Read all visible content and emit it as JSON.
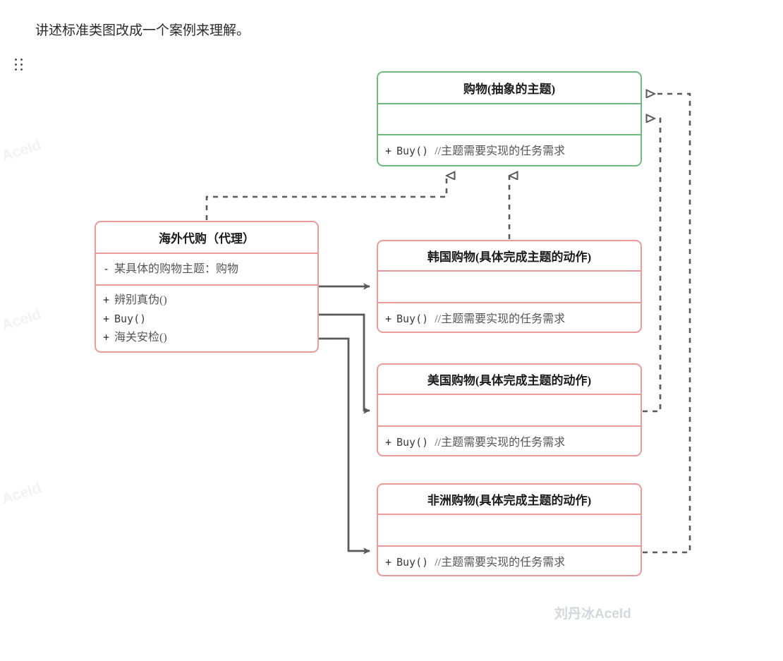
{
  "page": {
    "intro_text": "讲述标准类图改成一个案例来理解。",
    "drag_handle_icon": "drag-dots-icon"
  },
  "watermarks": {
    "bottom": "刘丹冰AceId",
    "side": [
      "AceId",
      "AceId",
      "AceId"
    ]
  },
  "colors": {
    "abstract_border": "#6fba7d",
    "concrete_border": "#ed9a99",
    "edge": "#5a5a5a",
    "text": "#2b2b2b",
    "comment": "#555555"
  },
  "classes": {
    "subject": {
      "name": "购物(抽象的主题)",
      "stereotype": "abstract",
      "attributes": [],
      "methods": [
        {
          "visibility": "+",
          "signature": "Buy() ",
          "comment": "//主题需要实现的任务需求"
        }
      ]
    },
    "proxy": {
      "name": "海外代购（代理）",
      "stereotype": "proxy",
      "attributes": [
        {
          "visibility": "-",
          "signature": "",
          "comment": "某具体的购物主题：购物"
        }
      ],
      "methods": [
        {
          "visibility": "+",
          "signature": "",
          "comment": "辨别真伪()"
        },
        {
          "visibility": "+",
          "signature": "Buy()",
          "comment": ""
        },
        {
          "visibility": "+",
          "signature": "",
          "comment": "海关安检()"
        }
      ]
    },
    "korea": {
      "name": "韩国购物(具体完成主题的动作)",
      "stereotype": "concrete",
      "attributes": [],
      "methods": [
        {
          "visibility": "+",
          "signature": "Buy() ",
          "comment": "//主题需要实现的任务需求"
        }
      ]
    },
    "usa": {
      "name": "美国购物(具体完成主题的动作)",
      "stereotype": "concrete",
      "attributes": [],
      "methods": [
        {
          "visibility": "+",
          "signature": "Buy() ",
          "comment": "//主题需要实现的任务需求"
        }
      ]
    },
    "africa": {
      "name": "非洲购物(具体完成主题的动作)",
      "stereotype": "concrete",
      "attributes": [],
      "methods": [
        {
          "visibility": "+",
          "signature": "Buy() ",
          "comment": "//主题需要实现的任务需求"
        }
      ]
    }
  },
  "relationships": [
    {
      "id": "proxy-realizes-subject",
      "from": "proxy",
      "to": "subject",
      "type": "realization",
      "line": "dashed",
      "arrowhead": "hollow-triangle"
    },
    {
      "id": "korea-realizes-subject",
      "from": "korea",
      "to": "subject",
      "type": "realization",
      "line": "dashed",
      "arrowhead": "hollow-triangle"
    },
    {
      "id": "usa-realizes-subject",
      "from": "usa",
      "to": "subject",
      "type": "realization",
      "line": "dashed",
      "arrowhead": "hollow-triangle"
    },
    {
      "id": "africa-realizes-subject",
      "from": "africa",
      "to": "subject",
      "type": "realization",
      "line": "dashed",
      "arrowhead": "hollow-triangle"
    },
    {
      "id": "proxy-uses-korea",
      "from": "proxy",
      "to": "korea",
      "type": "association",
      "line": "solid",
      "arrowhead": "open-arrow"
    },
    {
      "id": "proxy-uses-usa",
      "from": "proxy",
      "to": "usa",
      "type": "association",
      "line": "solid",
      "arrowhead": "open-arrow"
    },
    {
      "id": "proxy-uses-africa",
      "from": "proxy",
      "to": "africa",
      "type": "association",
      "line": "solid",
      "arrowhead": "open-arrow"
    }
  ]
}
